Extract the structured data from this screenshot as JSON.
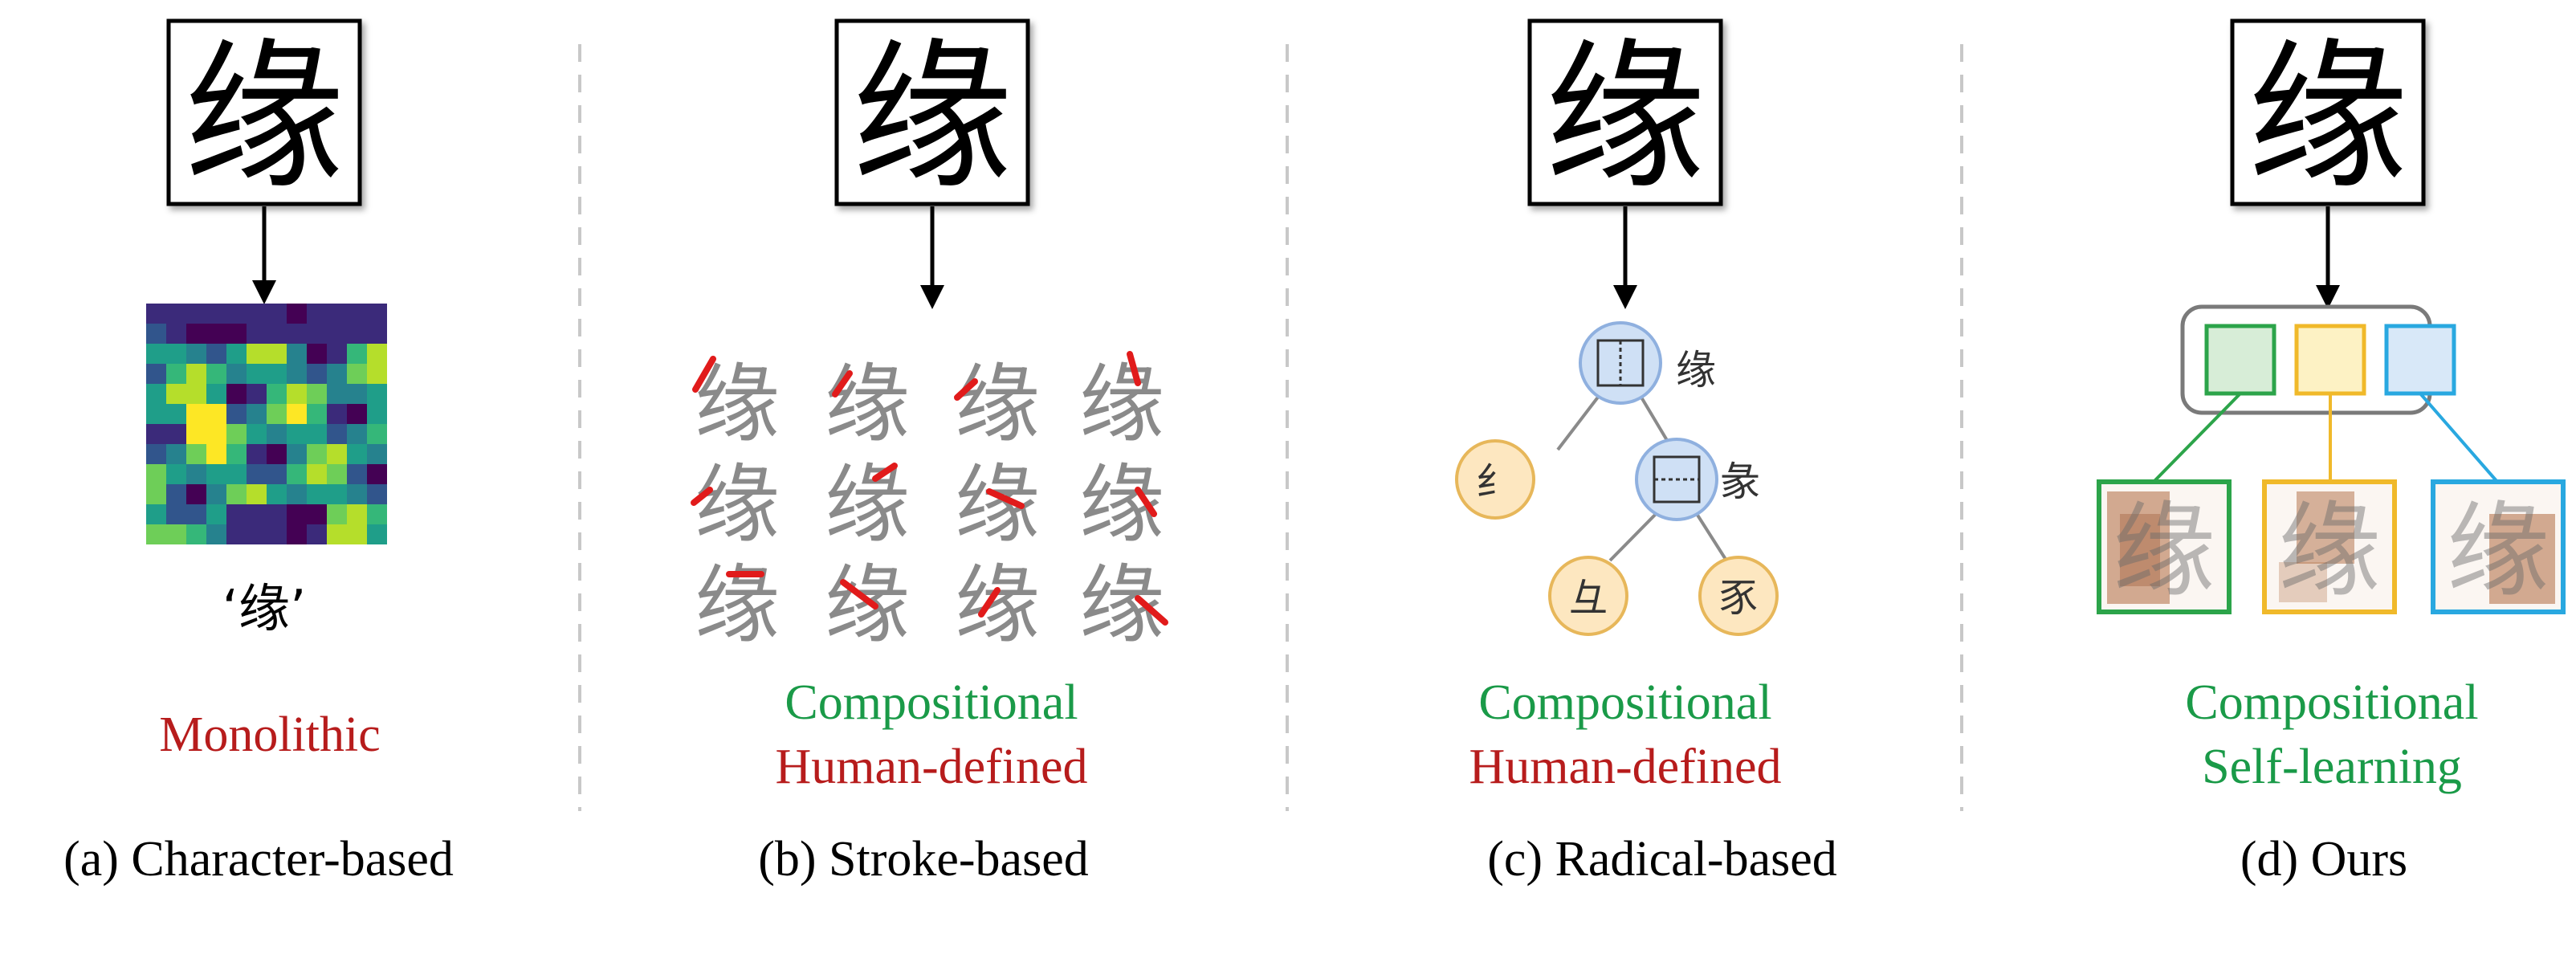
{
  "character": "缘",
  "colors": {
    "green": "#1a9a48",
    "red": "#b71c1c",
    "stroke_red": "#e11b1b",
    "glyph_gray": "#8a8a8a",
    "radical_blue_fill": "#cfe0f5",
    "radical_blue_edge": "#8fb0df",
    "radical_orange_fill": "#fde7c0",
    "radical_orange_edge": "#e7b75a",
    "slot_green": "#d7edd7",
    "slot_yellow": "#fdf2c4",
    "slot_blue": "#d8e8f8",
    "slot_green_edge": "#2ca44a",
    "slot_yellow_edge": "#f0b92a",
    "slot_blue_edge": "#29a8e0"
  },
  "panels": {
    "a": {
      "char_box": "缘",
      "quoted_char": "‘缘’",
      "property_1": "Monolithic",
      "caption": "(a) Character-based"
    },
    "b": {
      "char_box": "缘",
      "strokes": [
        "缘",
        "缘",
        "缘",
        "缘",
        "缘",
        "缘",
        "缘",
        "缘",
        "缘",
        "缘",
        "缘",
        "缘"
      ],
      "property_1": "Compositional",
      "property_2": "Human-defined",
      "caption": "(b) Stroke-based"
    },
    "c": {
      "char_box": "缘",
      "tree": {
        "root_label": "缘",
        "left_leaf": "纟",
        "mid_label": "彖",
        "leaf_1": "彑",
        "leaf_2": "豕"
      },
      "property_1": "Compositional",
      "property_2": "Human-defined",
      "caption": "(c) Radical-based"
    },
    "d": {
      "char_box": "缘",
      "property_1": "Compositional",
      "property_2": "Self-learning",
      "caption": "(d) Ours"
    }
  }
}
